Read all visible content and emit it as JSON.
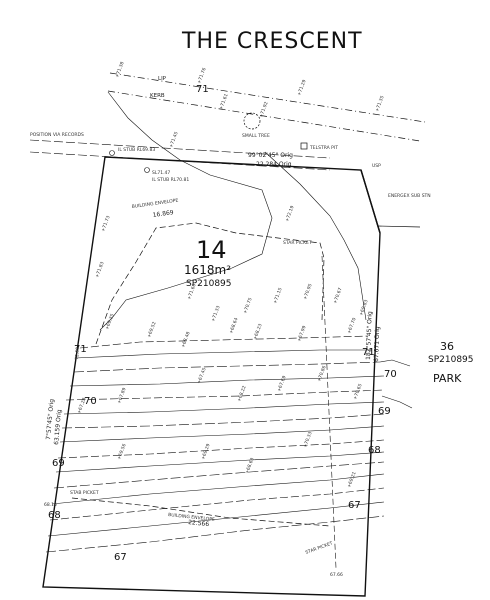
{
  "street": "THE CRESCENT",
  "lot": {
    "number": "14",
    "area": "1618m²",
    "plan": "SP210895"
  },
  "neighbour": {
    "lot": "36",
    "plan": "SP210895",
    "use": "PARK"
  },
  "labels": {
    "lip": "LIP",
    "kerb": "KERB",
    "small_tree": "SMALL TREE",
    "telstra_pit": "TELSTRA PIT",
    "energex": "ENERGEX SUB STN",
    "position": "POSITION VIA RECORDS",
    "il_stub_1": "IL STUB RL69.83",
    "il_stub_2": "IL STUB RL70.81",
    "sl": "SL71.47",
    "usp": "USP",
    "bldg_env_top": "BUILDING ENVELOPE",
    "bldg_env_top_dim": "16.869",
    "bldg_env_bottom": "BUILDING ENVELOPE",
    "bldg_env_bottom_dim": "22.566",
    "star_picket_1": "STAR PICKET",
    "star_picket_2": "STAB PICKET",
    "star_picket_3": "STAR PICKET",
    "bearing_top": "99°02'45\" Orig",
    "dist_top": "22.284 Orig",
    "left_bearing": "7°57'45\" Orig",
    "left_dist": "63.159 Orig",
    "right_bearing": "182°57'45\" Orig",
    "right_dist": "67.671 Orig",
    "bottom_left_dim": "68.15",
    "mid_left_dim": "72.68",
    "bottom_right_dim": "67.66"
  },
  "contours": [
    "71",
    "71",
    "70",
    "70",
    "69",
    "69",
    "68",
    "68",
    "67",
    "67"
  ],
  "spot_levels": [
    "71.38",
    "71.76",
    "71.29",
    "71.35",
    "71.61",
    "71.92",
    "71.45",
    "72.19",
    "71.73",
    "71.83",
    "71.60",
    "71.33",
    "70.75",
    "71.15",
    "70.95",
    "70.67",
    "69.83",
    "69.35",
    "69.52",
    "68.48",
    "68.64",
    "68.23",
    "67.99",
    "67.70",
    "67.28",
    "67.89",
    "67.45",
    "68.22",
    "67.69",
    "70.86",
    "70.65",
    "69.56",
    "69.29",
    "68.63",
    "70.33",
    "69.21"
  ]
}
